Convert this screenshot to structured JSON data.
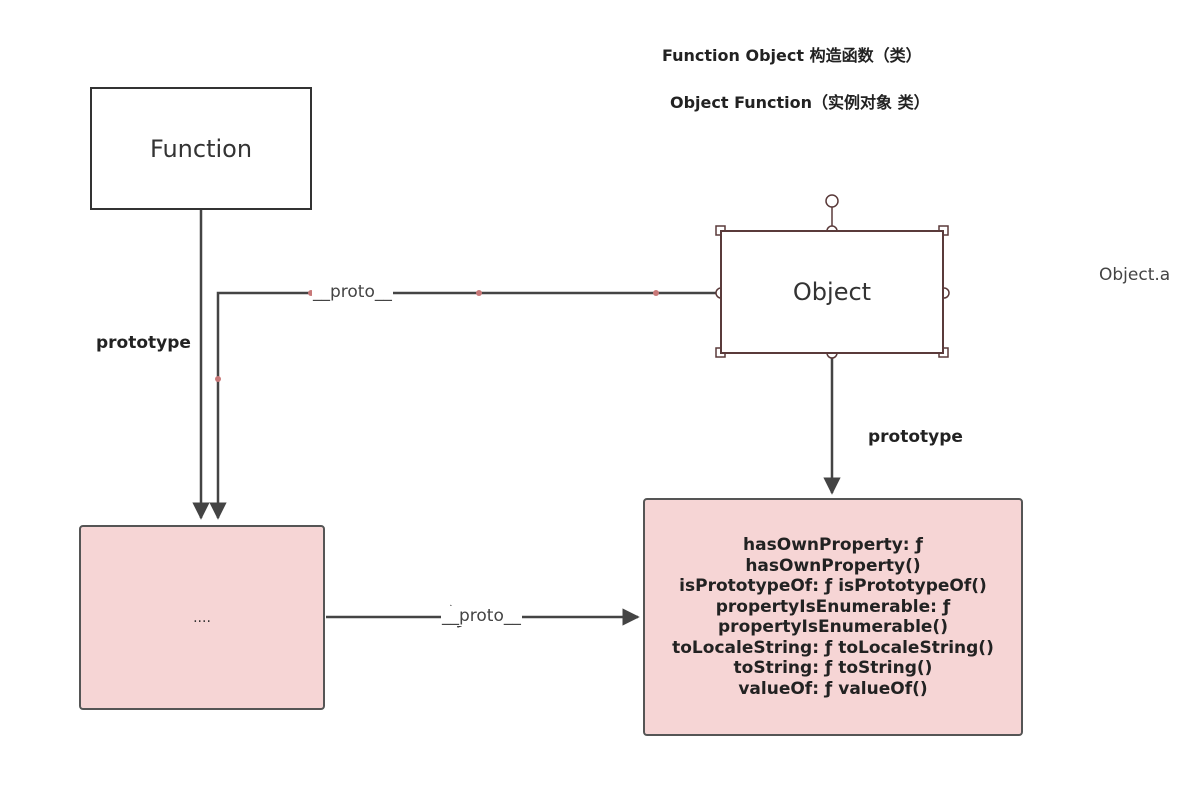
{
  "headings": {
    "line1": "Function   Object    构造函数（类）",
    "line2": "Object  Function（实例对象 类）"
  },
  "nodes": {
    "function_box": "Function",
    "object_box": "Object",
    "dots_box": "....",
    "object_prototype_box": [
      "hasOwnProperty: ƒ",
      "hasOwnProperty()",
      "isPrototypeOf: ƒ isPrototypeOf()",
      "propertyIsEnumerable: ƒ",
      "propertyIsEnumerable()",
      "toLocaleString: ƒ toLocaleString()",
      "toString: ƒ toString()",
      "valueOf: ƒ valueOf()"
    ]
  },
  "edges": {
    "function_prototype_label": "prototype",
    "object_prototype_label": "prototype",
    "object_proto_label": "__proto__",
    "dots_proto_label": "__proto__"
  },
  "side_note": "Object.a",
  "colors": {
    "pink_fill": "#f6d5d5",
    "line": "#444444",
    "handle": "#c87878"
  }
}
